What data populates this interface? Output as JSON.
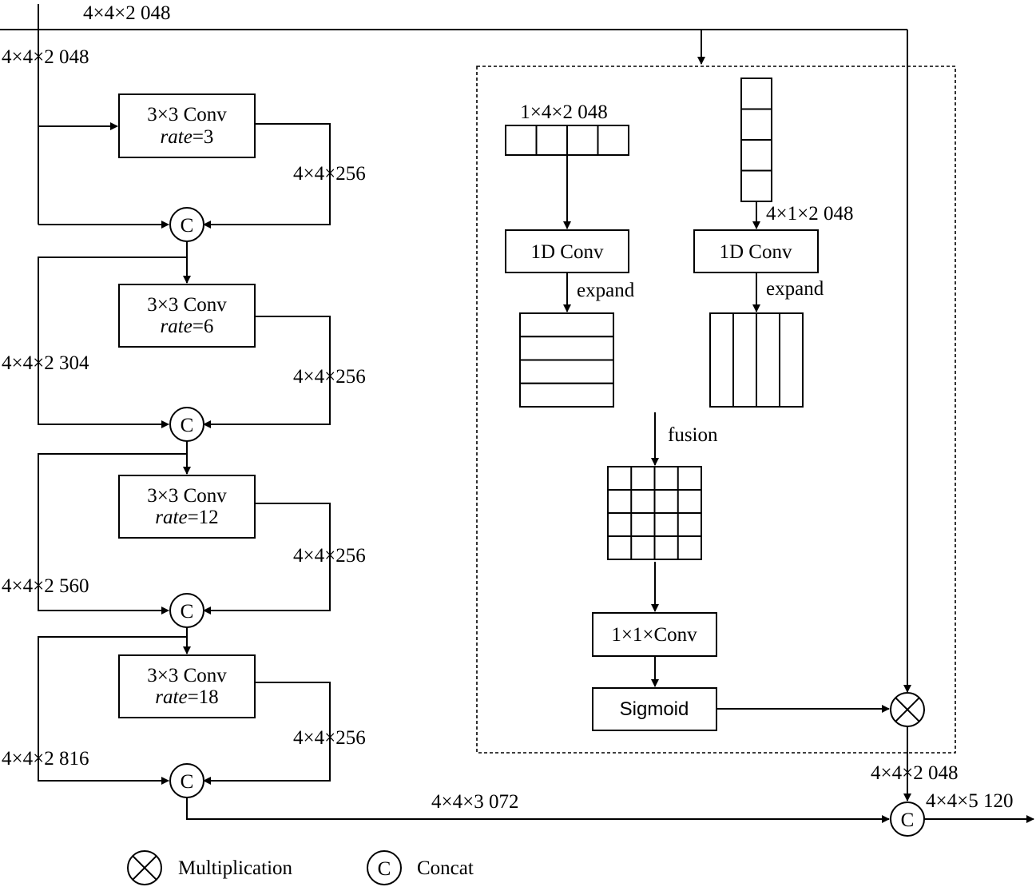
{
  "dims": {
    "top_input": "4×4×2 048",
    "left_input": "4×4×2 048",
    "branch_out": "4×4×256",
    "concat_1": "4×4×2 304",
    "concat_2": "4×4×2 560",
    "concat_3": "4×4×2 816",
    "aspp_out": "4×4×3 072",
    "attention_out": "4×4×2 048",
    "final_out": "4×4×5 120",
    "row_pool": "1×4×2 048",
    "col_pool": "4×1×2 048"
  },
  "branches": [
    {
      "name": "3×3 Conv",
      "rate_label": "rate",
      "rate_value": "=3"
    },
    {
      "name": "3×3 Conv",
      "rate_label": "rate",
      "rate_value": "=6"
    },
    {
      "name": "3×3 Conv",
      "rate_label": "rate",
      "rate_value": "=12"
    },
    {
      "name": "3×3 Conv",
      "rate_label": "rate",
      "rate_value": "=18"
    }
  ],
  "attention": {
    "conv1d_left": "1D Conv",
    "conv1d_right": "1D Conv",
    "expand_left": "expand",
    "expand_right": "expand",
    "fusion": "fusion",
    "conv1x1": "1×1×Conv",
    "sigmoid": "Sigmoid"
  },
  "concat_symbol": "C",
  "legend": {
    "multiplication": "Multiplication",
    "concat": "Concat"
  }
}
